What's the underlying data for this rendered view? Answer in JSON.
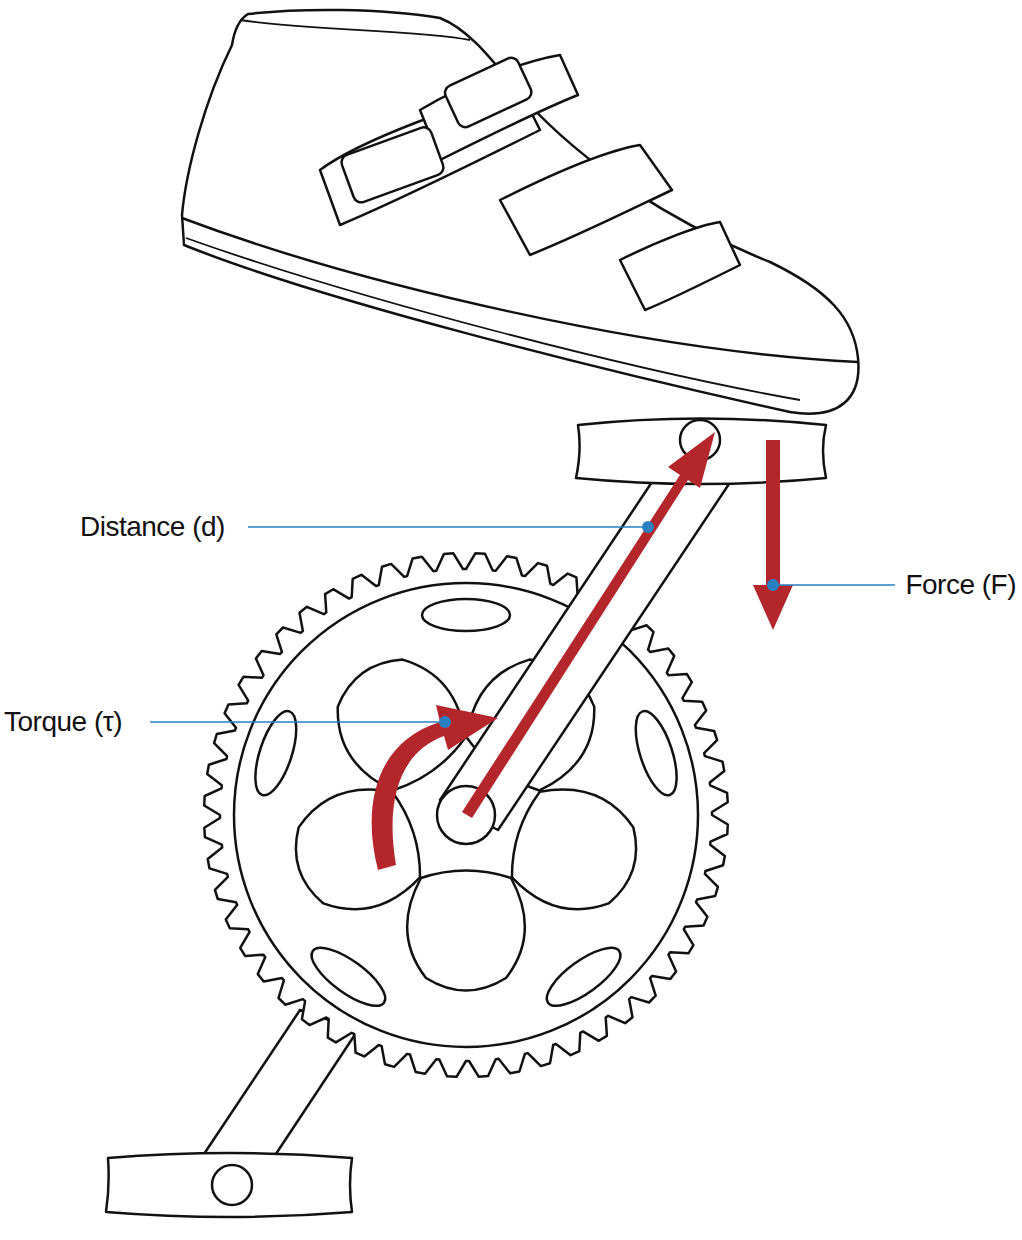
{
  "diagram": {
    "labels": [
      "Distance (d)",
      "Force (F)",
      "Torque (τ)"
    ]
  }
}
